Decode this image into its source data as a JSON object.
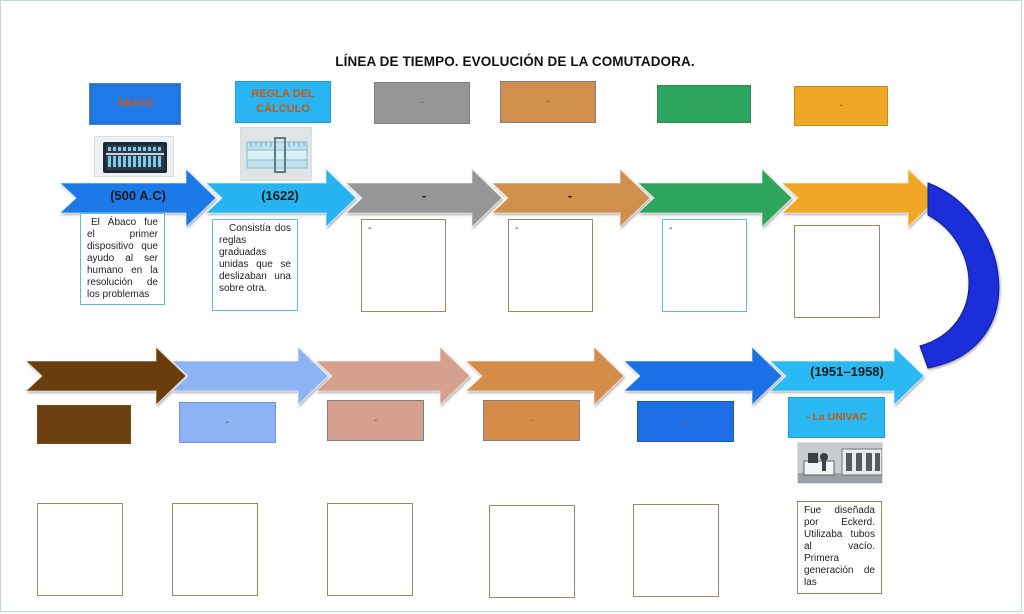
{
  "title": "LÍNEA DE TIEMPO. EVOLUCIÓN DE LA COMUTADORA.",
  "top_row": [
    {
      "label": "ÁBACO",
      "year": "(500 A.C)",
      "note": "El Ábaco fue el primer dispositivo que ayudo al ser humano en la resolución de los problemas",
      "color": "#1f7ae8"
    },
    {
      "label": "REGLA DEL CÁLCULO",
      "year": "(1622)",
      "note": "Consistía dos reglas graduadas unidas que se deslizaban una sobre otra.",
      "color": "#27b4f1"
    },
    {
      "label": "-",
      "year": "-",
      "note": "-",
      "color": "#969696"
    },
    {
      "label": "-",
      "year": "-",
      "note": "-",
      "color": "#d18f4e"
    },
    {
      "label": "-",
      "year": "",
      "note": "-",
      "color": "#2ea55f"
    },
    {
      "label": "-",
      "year": "",
      "note": "",
      "color": "#f0a726"
    }
  ],
  "bottom_row": [
    {
      "label": "",
      "year": "",
      "note": "",
      "color": "#6b3e10"
    },
    {
      "label": "-",
      "year": "",
      "note": "",
      "color": "#8db3f5"
    },
    {
      "label": "-",
      "year": "",
      "note": "",
      "color": "#d6a08e"
    },
    {
      "label": "-",
      "year": "",
      "note": "",
      "color": "#d58c48"
    },
    {
      "label": "-",
      "year": "",
      "note": "",
      "color": "#1e6fe6"
    },
    {
      "label": "- La UNIVAC",
      "year": "(1951–1958)",
      "note": "Fue diseñada por Eckerd. Utilizaba tubos al vacío. Primera generación de las",
      "color": "#2bb9f3"
    }
  ],
  "connector_color": "#1c2fd9",
  "icons": [
    "abacus-icon",
    "slide-rule-icon",
    "univac-computer-icon"
  ]
}
